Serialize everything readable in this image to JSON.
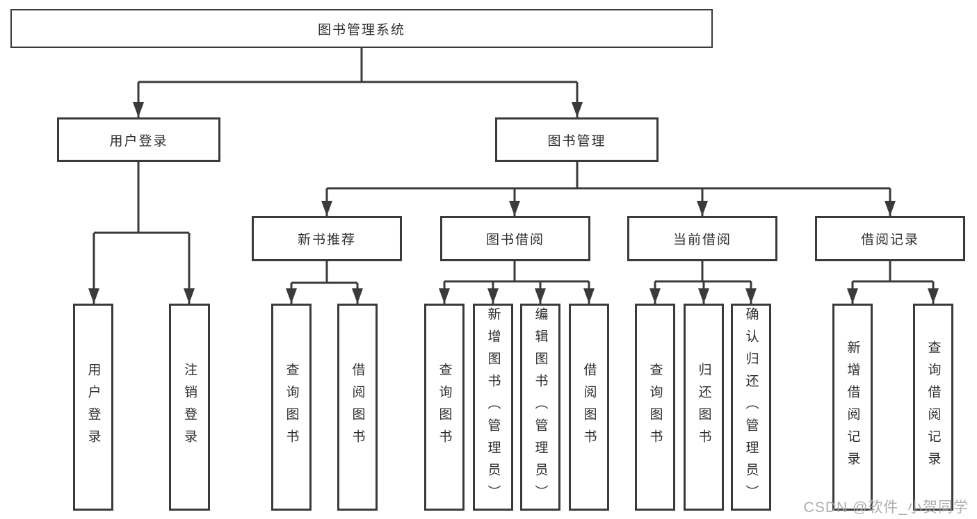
{
  "diagram": {
    "root": "图书管理系统",
    "user_login_branch": {
      "label": "用户登录",
      "children": [
        "用户登录",
        "注销登录"
      ]
    },
    "book_mgmt_branch": {
      "label": "图书管理",
      "sections": [
        {
          "label": "新书推荐",
          "children": [
            "查询图书",
            "借阅图书"
          ]
        },
        {
          "label": "图书借阅",
          "children": [
            "查询图书",
            "新增图书（管理员）",
            "编辑图书（管理员）",
            "借阅图书"
          ]
        },
        {
          "label": "当前借阅",
          "children": [
            "查询图书",
            "归还图书",
            "确认归还（管理员）"
          ]
        },
        {
          "label": "借阅记录",
          "children": [
            "新增借阅记录",
            "查询借阅记录"
          ]
        }
      ]
    }
  },
  "colors": {
    "line": "#3a3a3a",
    "text": "#2e2e2e",
    "watermark": "#a5a5a5"
  },
  "watermark": "CSDN @软件_小贺同学"
}
